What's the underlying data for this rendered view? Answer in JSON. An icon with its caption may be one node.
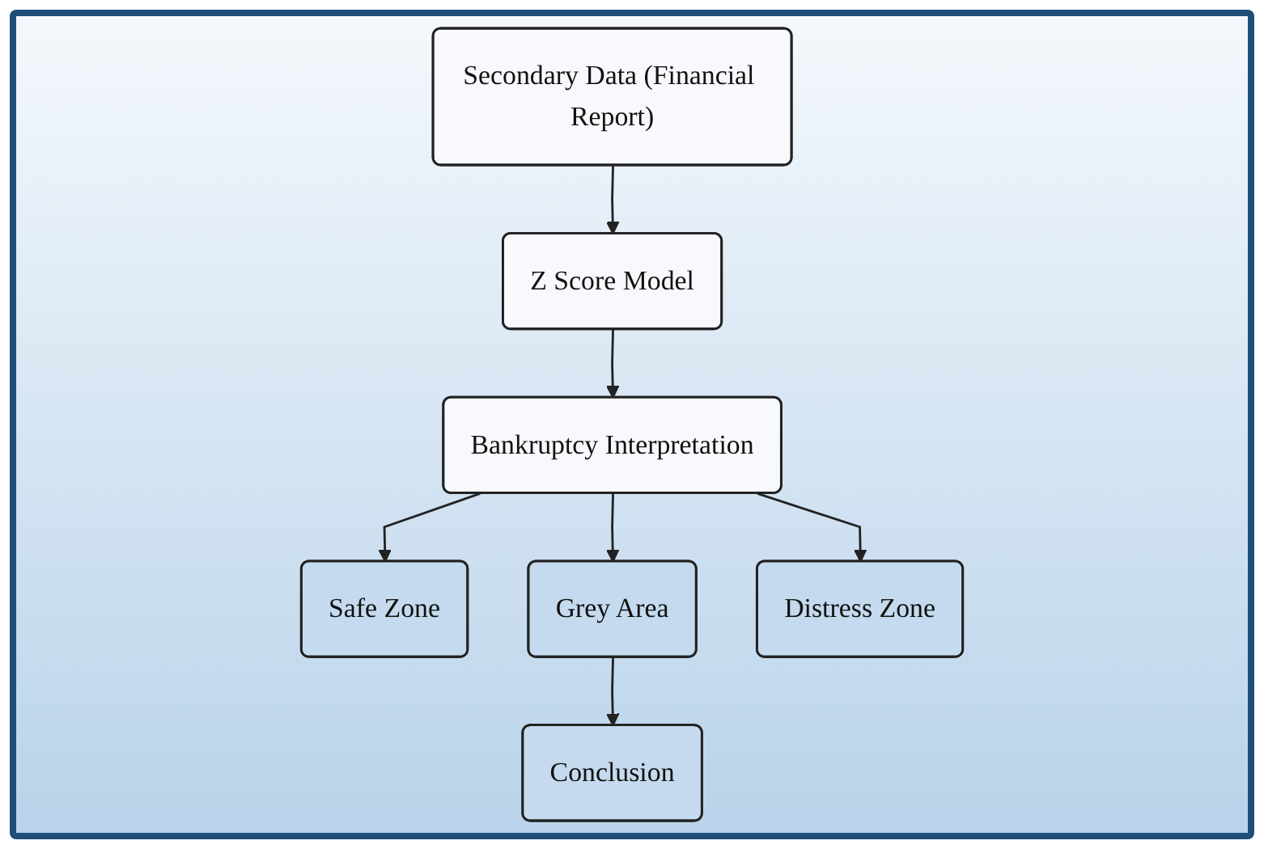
{
  "diagram": {
    "nodes": [
      {
        "text": [
          "Secondary Data (Financial Report)"
        ]
      },
      {
        "text": [
          "Z Score Model"
        ]
      },
      {
        "text": [
          "Bankruptcy Interpretation"
        ]
      },
      {
        "text": [
          "Safe Zone"
        ]
      },
      {
        "text": [
          "Grey Area"
        ]
      },
      {
        "text": [
          "Distress Zone"
        ]
      },
      {
        "text": [
          "Conclusion"
        ]
      }
    ],
    "edges": [
      {
        "from": 0,
        "to": 1,
        "arrow": "to"
      },
      {
        "from": 1,
        "to": 2,
        "arrow": "to"
      },
      {
        "from": 2,
        "to": 3,
        "arrow": "to"
      },
      {
        "from": 2,
        "to": 4,
        "arrow": "to"
      },
      {
        "from": 2,
        "to": 5,
        "arrow": "to"
      },
      {
        "from": 4,
        "to": 6,
        "arrow": "to"
      }
    ]
  }
}
